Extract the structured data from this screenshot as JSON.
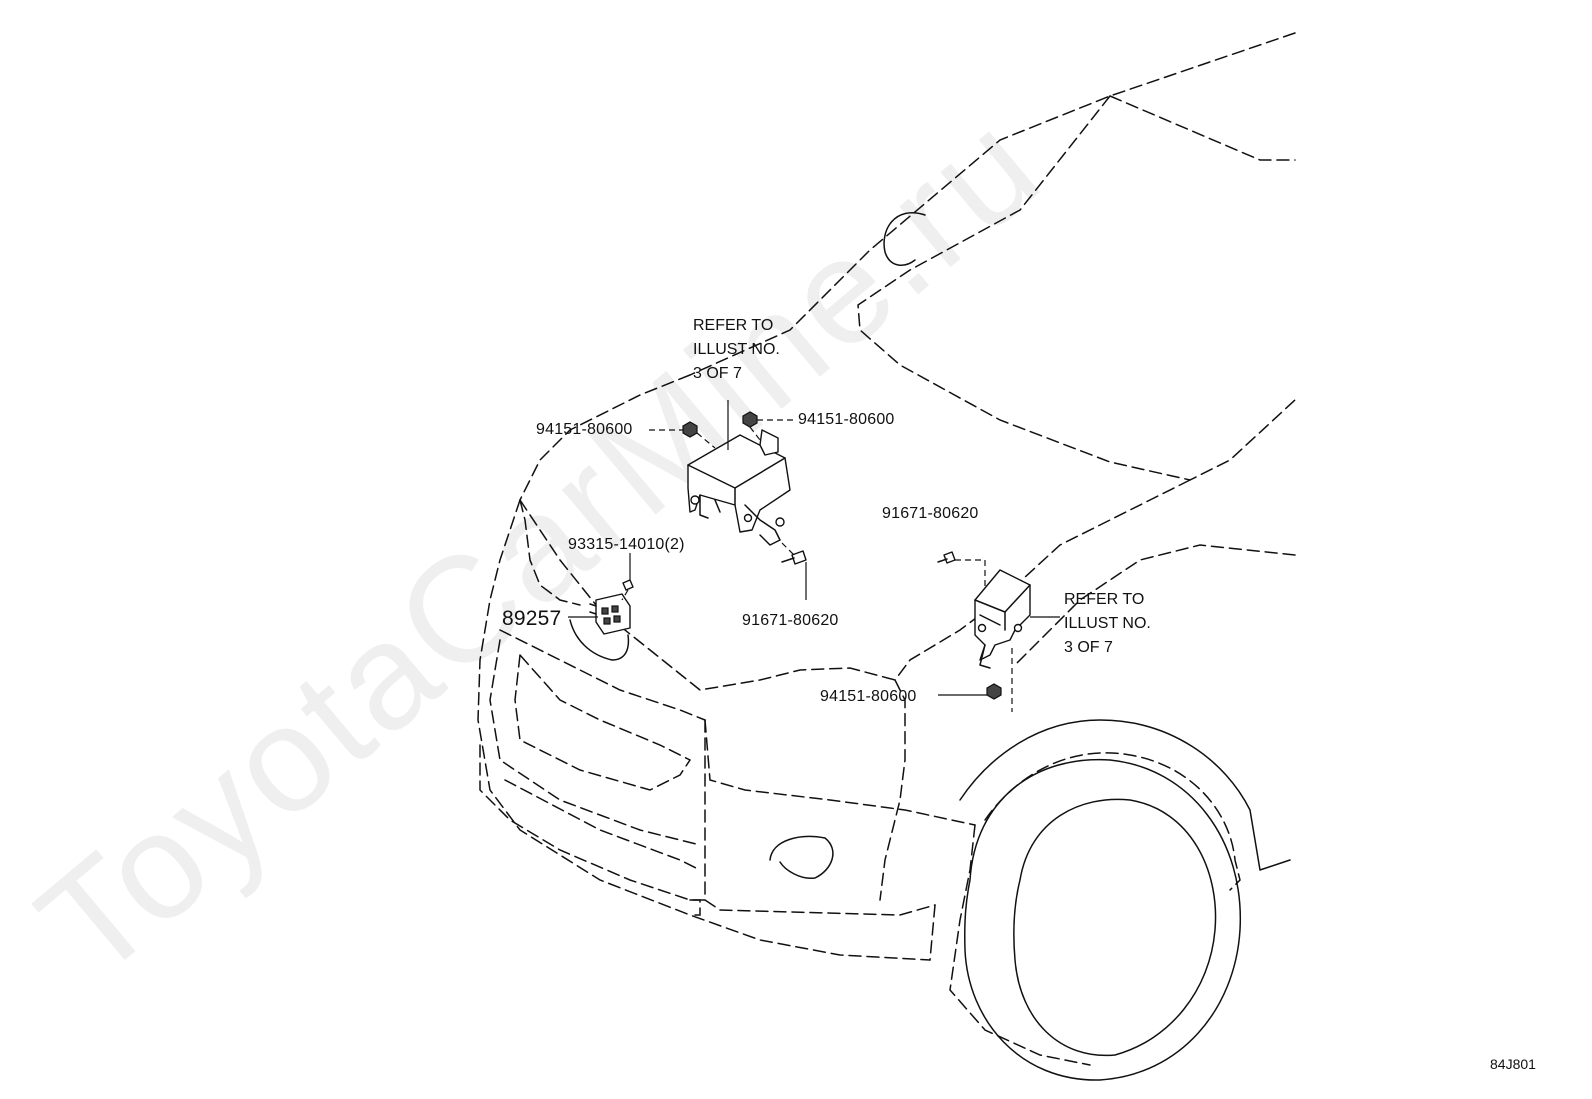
{
  "labels": {
    "p1": "94151-80600",
    "p2": "94151-80600",
    "p3": "93315-14010(2)",
    "p4": "89257",
    "p5": "91671-80620",
    "p6": "91671-80620",
    "p7": "94151-80600"
  },
  "notes": {
    "top": [
      "REFER TO",
      "ILLUST NO.",
      "3 OF 7"
    ],
    "right": [
      "REFER TO",
      "ILLUST NO.",
      "3 OF 7"
    ]
  },
  "diagram_code": "84J801",
  "watermark": "ToyotaCarMine.ru",
  "colors": {
    "line": "#111111",
    "watermark": "#eeeeee",
    "background": "#ffffff"
  }
}
